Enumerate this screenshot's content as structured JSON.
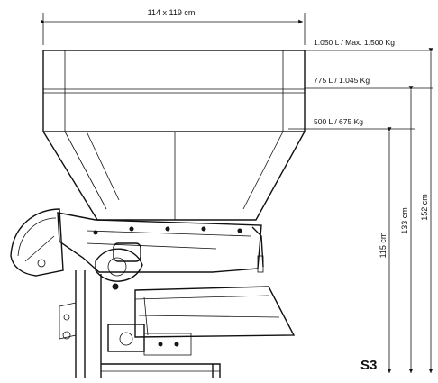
{
  "dimensions": {
    "width_label": "114 x 119 cm",
    "height_label_1": "115 cm",
    "height_label_2": "133 cm",
    "height_label_3": "152 cm"
  },
  "capacities": {
    "level_top": "1.050 L / Max. 1.500 Kg",
    "level_mid": "775 L / 1.045 Kg",
    "level_low": "500 L / 675 Kg"
  },
  "model": {
    "name": "S3"
  }
}
